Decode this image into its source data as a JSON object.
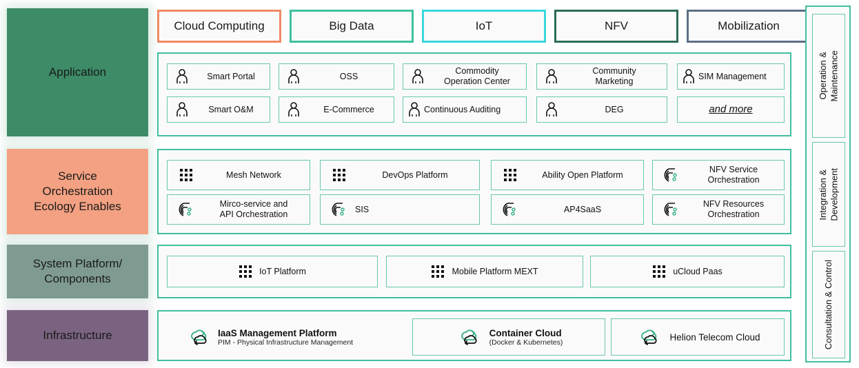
{
  "layers": [
    {
      "id": "application",
      "label": "Application",
      "color": "#3d8b67",
      "categories": [
        {
          "label": "Cloud Computing",
          "border": "#f08a63"
        },
        {
          "label": "Big Data",
          "border": "#3fbfa0"
        },
        {
          "label": "IoT",
          "border": "#3ad7de"
        },
        {
          "label": "NFV",
          "border": "#2b6c54"
        },
        {
          "label": "Mobilization",
          "border": "#5c7084"
        }
      ],
      "items": [
        {
          "label": "Smart Portal",
          "icon": "person-icon",
          "align": "center"
        },
        {
          "label": "OSS",
          "icon": "person-icon",
          "align": "center"
        },
        {
          "label": "Commodity\nOperation Center",
          "icon": "person-icon",
          "align": "center"
        },
        {
          "label": "Community\nMarketing",
          "icon": "person-icon",
          "align": "center"
        },
        {
          "label": "SIM Management",
          "icon": "person-icon",
          "align": "left"
        },
        {
          "label": "Smart O&M",
          "icon": "person-icon",
          "align": "center"
        },
        {
          "label": "E-Commerce",
          "icon": "person-icon",
          "align": "center"
        },
        {
          "label": "Continuous Auditing",
          "icon": "person-icon",
          "align": "left"
        },
        {
          "label": "DEG",
          "icon": "person-icon",
          "align": "center"
        },
        {
          "label": "and more",
          "icon": "none",
          "align": "center",
          "emphasis": "italic-underline"
        }
      ]
    },
    {
      "id": "service-orchestration",
      "label": "Service\nOrchestration\nEcology Enables",
      "color": "#f3a182",
      "items": [
        {
          "label": "Mesh Network",
          "icon": "grid-dots-icon"
        },
        {
          "label": "DevOps Platform",
          "icon": "grid-dots-icon"
        },
        {
          "label": "Ability Open Platform",
          "icon": "grid-dots-icon"
        },
        {
          "label": "NFV Service\nOrchestration",
          "icon": "orchestration-icon"
        },
        {
          "label": "Mirco-service and\nAPI Orchestration",
          "icon": "orchestration-icon"
        },
        {
          "label": "SIS",
          "icon": "orchestration-icon"
        },
        {
          "label": "AP4SaaS",
          "icon": "orchestration-icon"
        },
        {
          "label": "NFV Resources\nOrchestration",
          "icon": "orchestration-icon"
        }
      ]
    },
    {
      "id": "system-platform",
      "label": "System Platform/\nComponents",
      "color": "#7f9b91",
      "items": [
        {
          "label": "IoT Platform",
          "icon": "grid-dots-icon"
        },
        {
          "label": "Mobile Platform MEXT",
          "icon": "grid-dots-icon"
        },
        {
          "label": "uCloud Paas",
          "icon": "grid-dots-icon"
        }
      ]
    },
    {
      "id": "infrastructure",
      "label": "Infrastructure",
      "color": "#7a6381",
      "items": [
        {
          "title": "IaaS Management Platform",
          "subtitle": "PIM - Physical Infrastructure Management",
          "icon": "cloud-sync-icon",
          "boxed": false
        },
        {
          "title": "Container Cloud",
          "subtitle": "(Docker & Kubernetes)",
          "icon": "cloud-sync-icon",
          "boxed": true
        },
        {
          "title": "Helion Telecom Cloud",
          "subtitle": "",
          "icon": "cloud-sync-icon",
          "boxed": true
        }
      ]
    }
  ],
  "sidebar": {
    "boxes": [
      {
        "label": "Operation &\nMaintenance"
      },
      {
        "label": "Integration &\nDevelopment"
      },
      {
        "label": "Consultation & Control"
      }
    ]
  },
  "colors": {
    "teal": "#3fbfa0",
    "teal_light": "#69c6b0",
    "panel_bg": "#fafafa",
    "text": "#111111"
  }
}
